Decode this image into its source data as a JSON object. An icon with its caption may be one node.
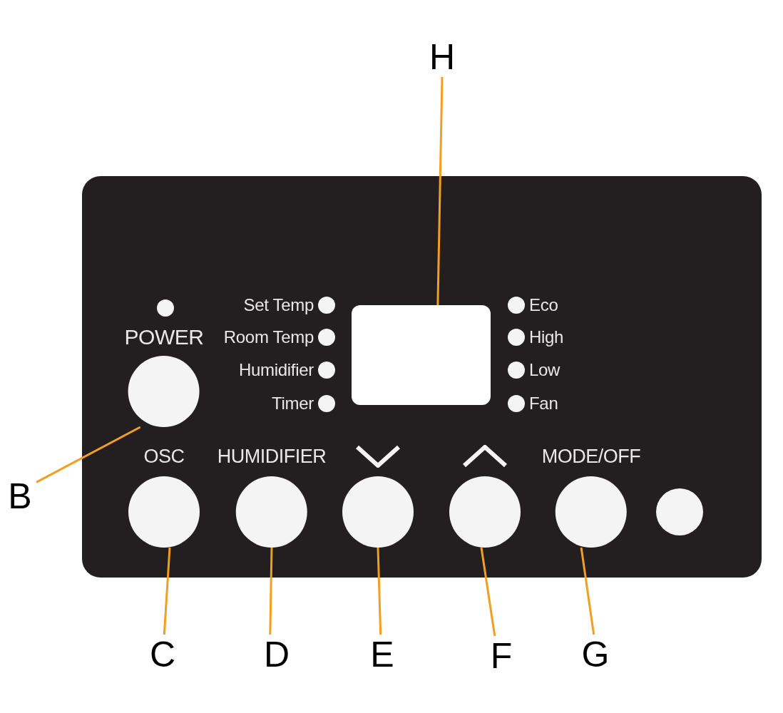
{
  "diagram": {
    "nodes": [
      {
        "text": [
          "H"
        ]
      },
      {
        "text": [],
        "shape": "box"
      },
      {
        "text": [],
        "shape": "box",
        "in": 1
      },
      {
        "text": [
          "POWER"
        ],
        "in": 1
      },
      {
        "text": [
          "B"
        ]
      },
      {
        "text": [
          "OSC"
        ],
        "in": 1
      },
      {
        "text": [
          "HUMIDIFIER"
        ],
        "in": 1
      },
      {
        "text": [],
        "shape": "circle",
        "in": 1
      },
      {
        "text": [],
        "shape": "circle",
        "in": 1
      },
      {
        "text": [
          "MODE/OFF"
        ],
        "in": 1
      },
      {
        "text": [],
        "shape": "circle",
        "in": 1
      },
      {
        "text": [
          "C"
        ]
      },
      {
        "text": [
          "D"
        ]
      },
      {
        "text": [
          "E"
        ]
      },
      {
        "text": [
          "F"
        ]
      },
      {
        "text": [
          "G"
        ]
      }
    ],
    "edges": [
      {
        "from": 0,
        "to": 2,
        "arrow": "none"
      },
      {
        "from": 4,
        "to": 3,
        "arrow": "none"
      },
      {
        "from": 11,
        "to": 5,
        "arrow": "none"
      },
      {
        "from": 12,
        "to": 6,
        "arrow": "none"
      },
      {
        "from": 13,
        "to": 7,
        "arrow": "none"
      },
      {
        "from": 14,
        "to": 8,
        "arrow": "none"
      },
      {
        "from": 15,
        "to": 9,
        "arrow": "none"
      }
    ],
    "labels": [
      "Set Temp",
      "Room Temp",
      "Humidifier",
      "Timer",
      "Eco",
      "High",
      "Low",
      "Fan"
    ]
  }
}
